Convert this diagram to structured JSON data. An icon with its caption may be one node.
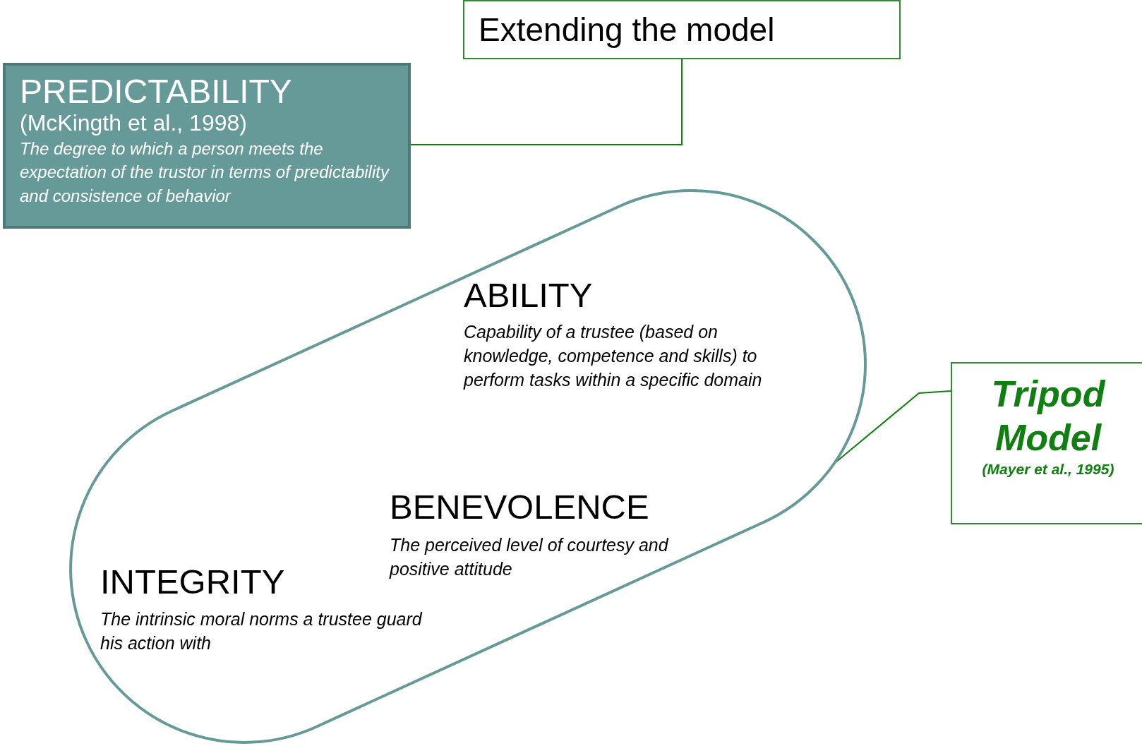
{
  "diagram": {
    "nodes": [
      {
        "text": [
          "Extending the model"
        ]
      },
      {
        "text": [
          "PREDICTABILITY",
          "(McKingth et al., 1998)",
          "The degree to which a person meets the expectation of the trustor in terms of predictability and consistence of behavior"
        ]
      },
      {
        "text": [
          "ABILITY",
          "Capability of a trustee (based on knowledge, competence and skills) to perform tasks within a specific domain",
          "BENEVOLENCE",
          "The perceived level of courtesy and positive attitude",
          "INTEGRITY",
          "The intrinsic moral norms a trustee guard his action with"
        ]
      },
      {
        "text": [
          "Tripod Model",
          "(Mayer et al., 1995)"
        ]
      }
    ],
    "edges": [
      {
        "from": 1,
        "to": 0,
        "arrow": "none"
      },
      {
        "from": 3,
        "to": 2,
        "arrow": "none"
      }
    ]
  }
}
